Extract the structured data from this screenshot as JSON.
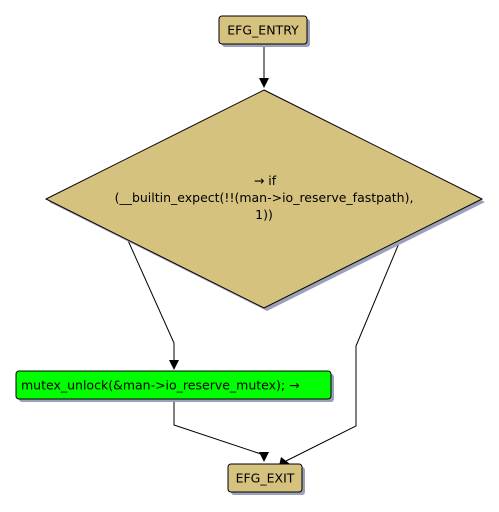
{
  "nodes": {
    "entry": {
      "label": "EFG_ENTRY"
    },
    "condition": {
      "lines": [
        "→ if",
        "(__builtin_expect(!!(man->io_reserve_fastpath),",
        "1))"
      ]
    },
    "unlock": {
      "label": "mutex_unlock(&man->io_reserve_mutex); →"
    },
    "exit": {
      "label": "EFG_EXIT"
    }
  },
  "colors": {
    "terminal_fill": "#d6c27f",
    "decision_fill": "#d6c27f",
    "statement_fill": "#00ff00",
    "shadow": "#9aa0b8",
    "border": "#000000",
    "edge": "#000000"
  }
}
